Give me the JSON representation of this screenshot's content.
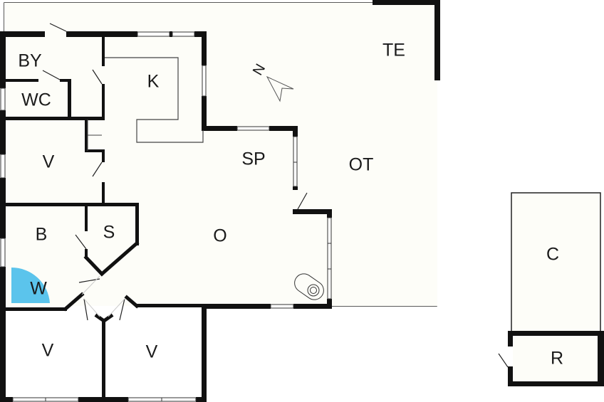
{
  "plan": {
    "background": "#ffffff",
    "floor_color": "#fdfdf8",
    "wall_color": "#111111",
    "wardrobe_color": "#5bc4ec"
  },
  "rooms": {
    "te": "TE",
    "by": "BY",
    "wc": "WC",
    "k": "K",
    "v1": "V",
    "sp": "SP",
    "ot": "OT",
    "b": "B",
    "s": "S",
    "o": "O",
    "w": "W",
    "v2": "V",
    "v3": "V",
    "c": "C",
    "r": "R"
  },
  "compass": {
    "label": "N"
  }
}
